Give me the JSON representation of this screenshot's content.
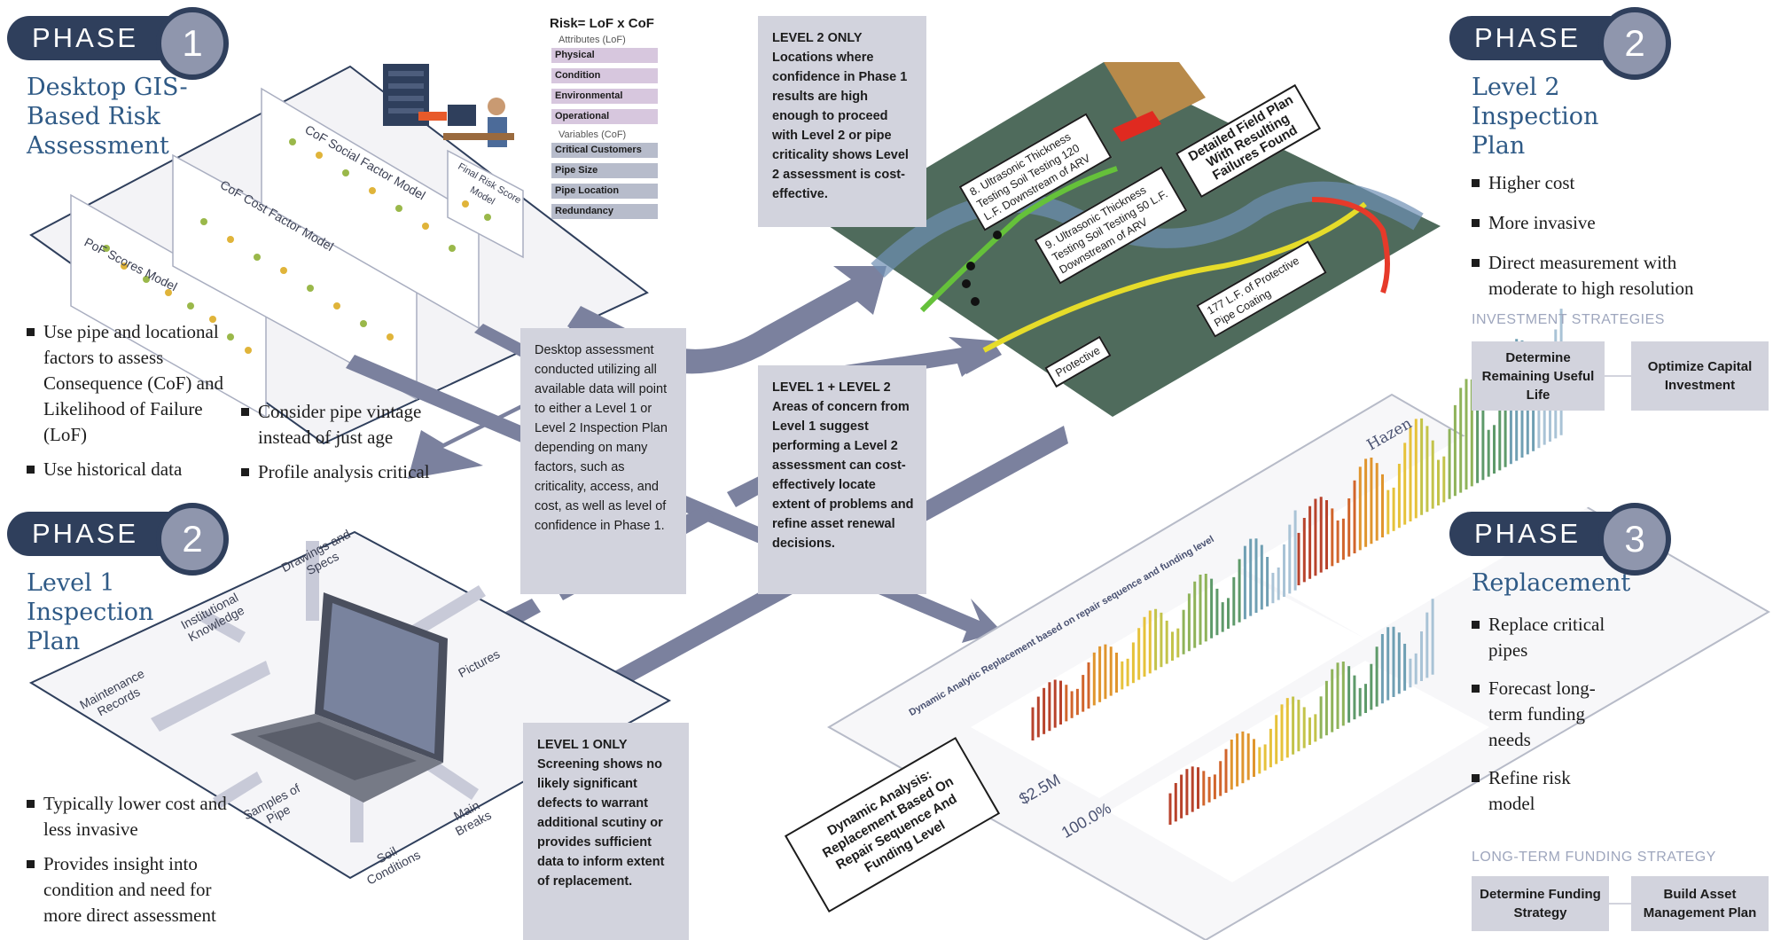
{
  "phase_word": "PHASE",
  "phase1": {
    "number": "1",
    "title": "Desktop GIS-Based Risk Assessment",
    "bullets_left": [
      "Use pipe and locational factors to assess Consequence (CoF) and Likelihood of Failure (LoF)",
      "Use historical data"
    ],
    "bullets_right": [
      "Consider pipe vintage instead of just age",
      "Profile analysis critical"
    ],
    "model_labels": {
      "pof": "PoF Scores Model",
      "cof_cost": "CoF Cost Factor Model",
      "cof_social": "CoF Social Factor Model",
      "final": "Final Risk Score Model"
    }
  },
  "risk_panel": {
    "title": "Risk= LoF x CoF",
    "attributes_label": "Attributes (LoF)",
    "attributes": [
      "Physical",
      "Condition",
      "Environmental",
      "Operational"
    ],
    "variables_label": "Variables (CoF)",
    "variables": [
      "Critical Customers",
      "Pipe Size",
      "Pipe Location",
      "Redundancy"
    ]
  },
  "phase2_level1": {
    "number": "2",
    "title": "Level 1 Inspection Plan",
    "bullets": [
      "Typically lower cost and less invasive",
      "Provides insight into condition and need for more direct assessment"
    ],
    "laptop_spokes": [
      "Drawings and Specs",
      "Institutional Knowledge",
      "Maintenance Records",
      "Pictures",
      "Samples of Pipe",
      "Soil Conditions",
      "Main Breaks"
    ]
  },
  "phase2_level2": {
    "number": "2",
    "title": "Level 2 Inspection Plan",
    "bullets": [
      "Higher cost",
      "More invasive",
      "Direct measurement with moderate to high resolution"
    ],
    "strategy_label": "INVESTMENT STRATEGIES",
    "strategies": [
      "Determine Remaining Useful Life",
      "Optimize Capital Investment"
    ]
  },
  "phase3": {
    "number": "3",
    "title": "Replacement",
    "bullets": [
      "Replace critical pipes",
      "Forecast long-term funding needs",
      "Refine risk model"
    ],
    "strategy_label": "LONG-TERM FUNDING STRATEGY",
    "strategies": [
      "Determine Funding Strategy",
      "Build Asset Management Plan"
    ]
  },
  "callouts": {
    "desktop": "Desktop assessment conducted utilizing all available data will point to either a Level 1 or Level 2 Inspection Plan depending on many factors, such as criticality, access, and cost, as well as level of confidence in Phase 1.",
    "level2_title": "LEVEL 2 ONLY",
    "level2_body": "Locations where confidence in Phase 1 results are high enough to proceed with Level 2 or pipe criticality shows Level 2 assessment is cost-effective.",
    "level12_title": "LEVEL 1 + LEVEL 2",
    "level12_body": "Areas of concern from Level 1 suggest performing a Level 2 assessment can cost-effectively locate extent of problems and refine asset renewal decisions.",
    "level1_title": "LEVEL 1 ONLY",
    "level1_body": "Screening shows no likely significant defects to warrant additional scutiny or provides sufficient data to inform extent of replacement."
  },
  "map": {
    "field_plan_label": "Detailed Field Plan With Resulting Failures Found",
    "label_a": "8. Ultrasonic Thickness Testing Soil Testing 120 L.F. Downstream of ARV",
    "label_b": "9. Ultrasonic Thickness Testing Soil Testing 50 L.F. Downstream of ARV",
    "label_c": "177 L.F. of Protective Pipe Coating",
    "label_d": "Protective"
  },
  "dashboard": {
    "callout": "Dynamic Analysis: Replacement Based On Repair Sequence And Funding Level",
    "header_title": "Dynamic Analytic Replacement based on repair sequence and funding level",
    "brand": "Hazen",
    "metric_value": "$2.5M",
    "metric_percent": "100.0%"
  },
  "colors": {
    "navy": "#2f3f5c",
    "slate": "#8f96ad",
    "title_blue": "#2f5a86",
    "arrow": "#7b819e",
    "callout_bg": "#d2d3dd"
  }
}
